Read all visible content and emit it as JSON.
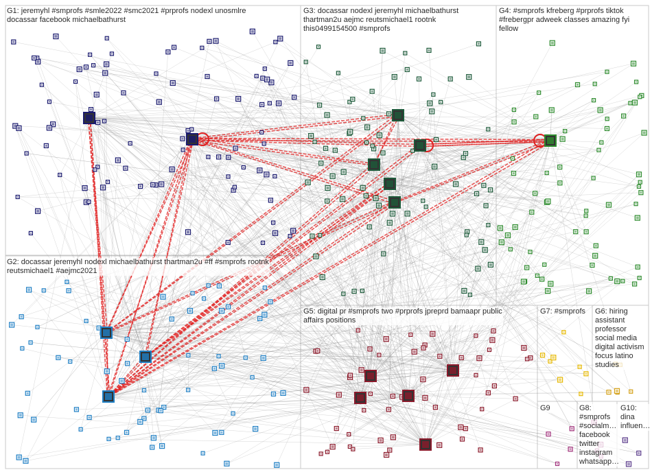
{
  "graph_title": "",
  "groups": [
    {
      "id": "G1",
      "label": "G1: jeremyhl #smprofs #smle2022 #smc2021 #prprofs nodexl unosmlre\ndocassar facebook michaelbathurst"
    },
    {
      "id": "G2",
      "label": "G2: docassar jeremyhl nodexl michaelbathurst thartman2u #ff #smprofs rootnk\nreutsmichael1 #aejmc2021"
    },
    {
      "id": "G3",
      "label": "G3: docassar nodexl jeremyhl michaelbathurst\nthartman2u aejmc reutsmichael1 rootnk\nthis0499154500 #smprofs"
    },
    {
      "id": "G4",
      "label": "G4: #smprofs kfreberg #prprofs tiktok\n#frebergpr adweek classes amazing fyi\nfellow"
    },
    {
      "id": "G5",
      "label": "G5: digital pr #smprofs two #prprofs jpreprd bamaapr public\naffairs positions"
    },
    {
      "id": "G6",
      "label": "G6: hiring\nassistant\nprofessor\nsocial media\ndigital activism\nfocus latino\nstudies"
    },
    {
      "id": "G7",
      "label": "G7: #smprofs"
    },
    {
      "id": "G8",
      "label": "G8:\n#smprofs\n#socialm…\nfacebook\ntwitter\ninstagram\nwhatsapp…"
    },
    {
      "id": "G9",
      "label": "G9"
    },
    {
      "id": "G10",
      "label": "G10:\ndina\ninfluen…"
    }
  ],
  "colors": {
    "background": "#ffffff",
    "panel_border": "#c8c8c8",
    "label_text": "#2b2b2b",
    "edge_gray": "#8a8a8a",
    "edge_red": "#e02020",
    "g1_nodes": "#1a1a6e",
    "g2_nodes": "#1f7fc4",
    "g3_nodes": "#1d5a3a",
    "g4_nodes": "#2e8b2e",
    "g5_nodes": "#8b1a2b",
    "g7_nodes": "#e6b800",
    "g6_nodes": "#d4a017",
    "g8_nodes": "#a0307a",
    "g10_nodes": "#5a3a8a"
  }
}
